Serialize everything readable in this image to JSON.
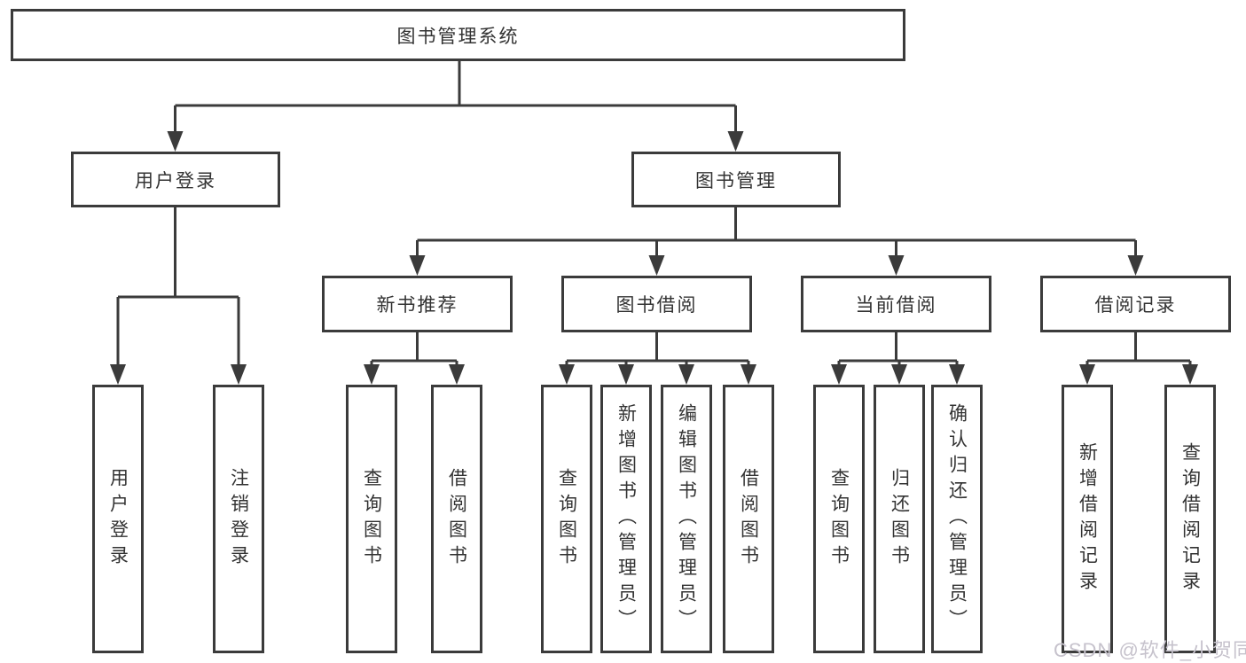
{
  "colors": {
    "background": "#ffffff",
    "line": "#3b3b3b",
    "text": "#333333",
    "watermark": "#c6c2cc"
  },
  "watermark": {
    "text": "CSDN @软件_小贺同学"
  },
  "tree": {
    "label": "图书管理系统",
    "children": [
      {
        "label": "用户登录",
        "children": [
          {
            "label": "用户登录"
          },
          {
            "label": "注销登录"
          }
        ]
      },
      {
        "label": "图书管理",
        "children": [
          {
            "label": "新书推荐",
            "children": [
              {
                "label": "查询图书"
              },
              {
                "label": "借阅图书"
              }
            ]
          },
          {
            "label": "图书借阅",
            "children": [
              {
                "label": "查询图书"
              },
              {
                "label": "新增图书（管理员）"
              },
              {
                "label": "编辑图书（管理员）"
              },
              {
                "label": "借阅图书"
              }
            ]
          },
          {
            "label": "当前借阅",
            "children": [
              {
                "label": "查询图书"
              },
              {
                "label": "归还图书"
              },
              {
                "label": "确认归还（管理员）"
              }
            ]
          },
          {
            "label": "借阅记录",
            "children": [
              {
                "label": "新增借阅记录"
              },
              {
                "label": "查询借阅记录"
              }
            ]
          }
        ]
      }
    ]
  }
}
